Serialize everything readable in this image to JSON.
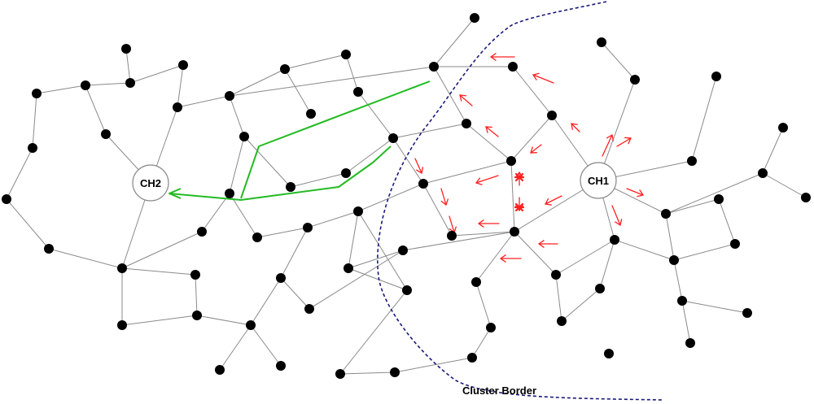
{
  "labels": {
    "ch1": "CH1",
    "ch2": "CH2",
    "cluster_border": "Cluster Border"
  },
  "colors": {
    "node": "#000000",
    "edge": "#8a8a8a",
    "route": "#22bb22",
    "flood": "#ff2020",
    "border": "#1a1a7a"
  }
}
